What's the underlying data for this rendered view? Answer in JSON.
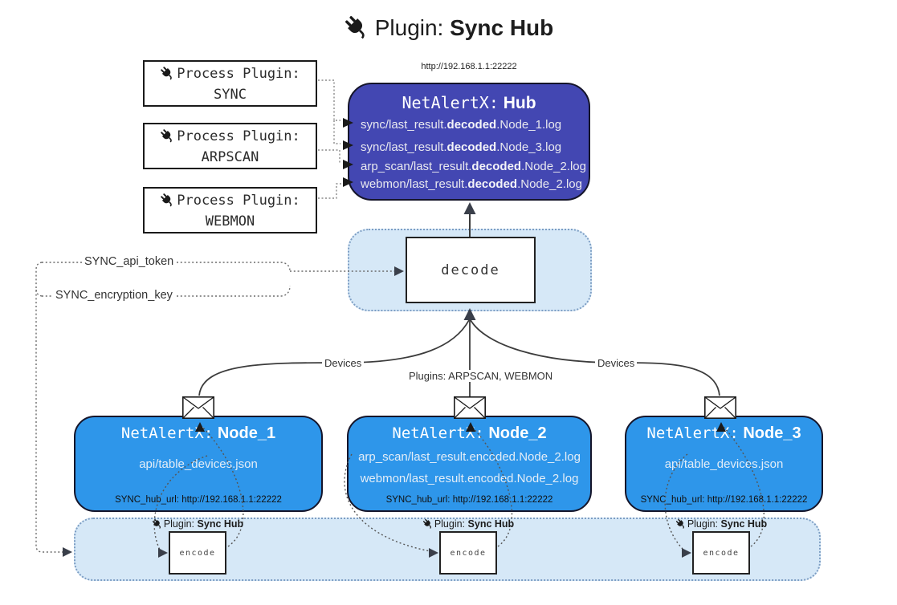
{
  "title": {
    "label": "Plugin:",
    "label_bold": "Sync Hub"
  },
  "hub": {
    "url": "http://192.168.1.1:22222",
    "name": "NetAlertX:",
    "name_bold": "Hub",
    "logs": [
      {
        "pre": "sync/last_result.",
        "mid": "decoded",
        "post": ".Node_1.log"
      },
      {
        "pre": "sync/last_result.",
        "mid": "decoded",
        "post": ".Node_3.log"
      },
      {
        "pre": "arp_scan/last_result.",
        "mid": "decoded",
        "post": ".Node_2.log"
      },
      {
        "pre": "webmon/last_result.",
        "mid": "decoded",
        "post": ".Node_2.log"
      }
    ]
  },
  "process_plugins": [
    {
      "label": "Process Plugin:",
      "name": "SYNC"
    },
    {
      "label": "Process Plugin:",
      "name": "ARPSCAN"
    },
    {
      "label": "Process Plugin:",
      "name": "WEBMON"
    }
  ],
  "decode": {
    "label": "decode"
  },
  "secrets": {
    "api_token": "SYNC_api_token",
    "encryption_key": "SYNC_encryption_key"
  },
  "edge_labels": {
    "devices_left": "Devices",
    "devices_right": "Devices",
    "plugins_mid": "Plugins: ARPSCAN, WEBMON"
  },
  "nodes": [
    {
      "name": "NetAlertX:",
      "name_bold": "Node_1",
      "files": [
        "api/table_devices.json"
      ],
      "hub_url": "SYNC_hub_url: http://192.168.1.1:22222"
    },
    {
      "name": "NetAlertX:",
      "name_bold": "Node_2",
      "files": [
        "arp_scan/last_result.encoded.Node_2.log",
        "webmon/last_result.encoded.Node_2.log"
      ],
      "hub_url": "SYNC_hub_url: http://192.168.1.1:22222"
    },
    {
      "name": "NetAlertX:",
      "name_bold": "Node_3",
      "files": [
        "api/table_devices.json"
      ],
      "hub_url": "SYNC_hub_url: http://192.168.1.1:22222"
    }
  ],
  "encode": {
    "label": "encode",
    "plugin_label": "Plugin:",
    "plugin_bold": "Sync Hub"
  },
  "colors": {
    "hub_fill": "#4347b2",
    "node_fill": "#2e96ea",
    "container_fill": "#d6e8f7",
    "line": "#404040",
    "dotted": "#6b6b6b"
  }
}
